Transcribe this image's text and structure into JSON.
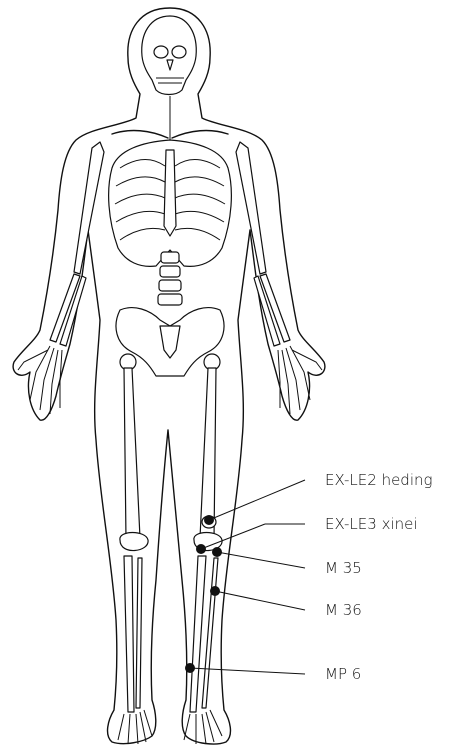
{
  "labels": {
    "heding": "EX-LE2 heding",
    "xinei": "EX-LE3 xinei",
    "m35": "M 35",
    "m36": "M 36",
    "mp6": "MP 6"
  },
  "colors": {
    "line": "#111111",
    "point": "#111111",
    "background": "#ffffff"
  }
}
